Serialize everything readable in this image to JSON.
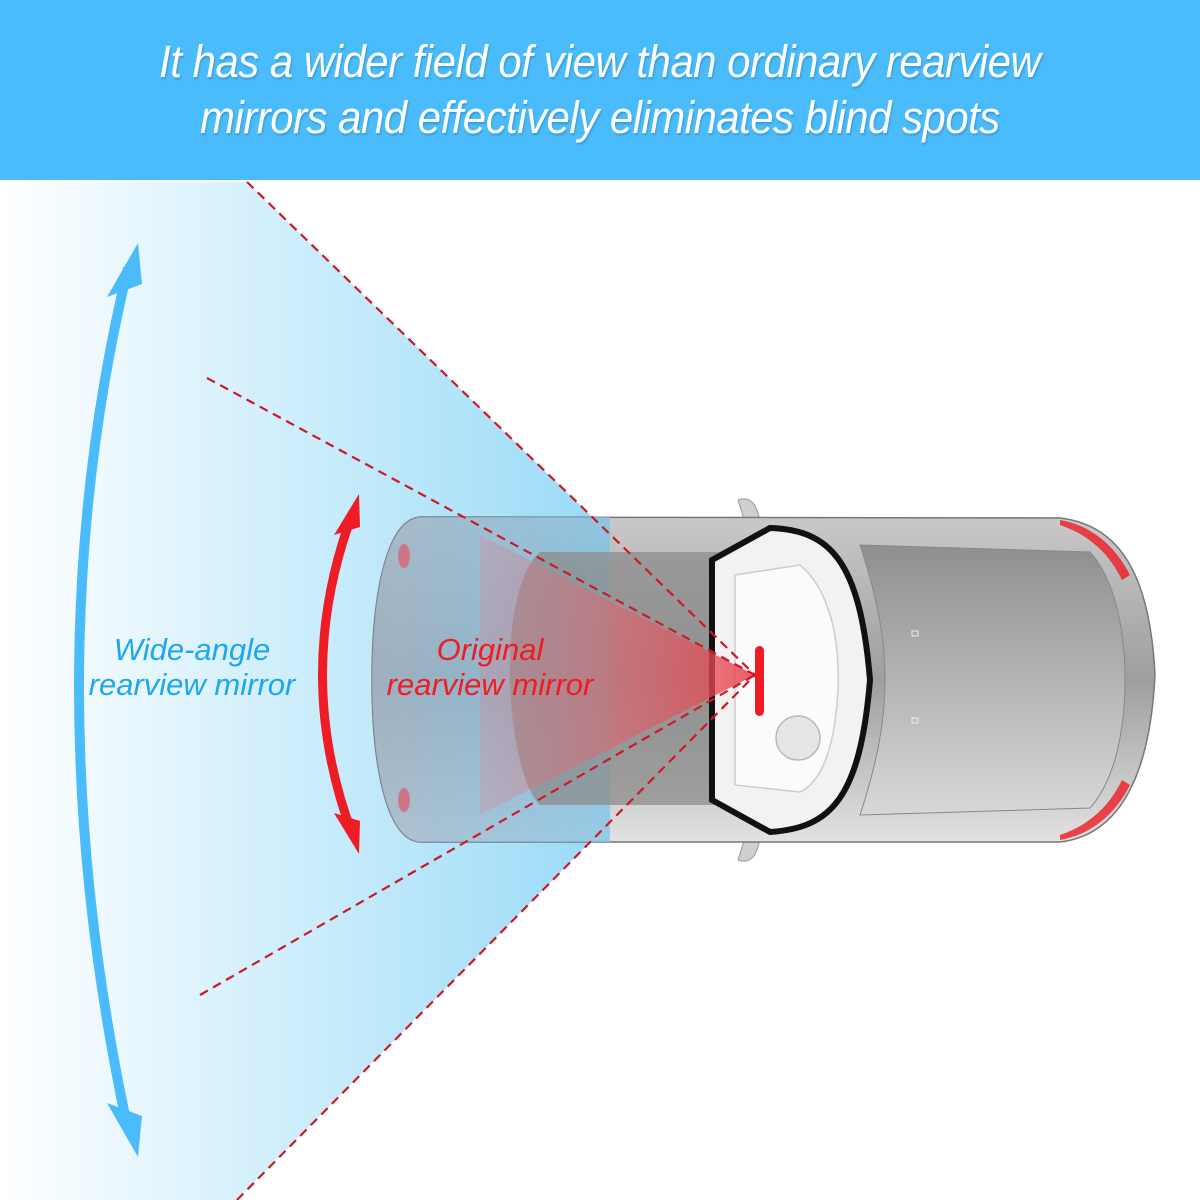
{
  "banner": {
    "line1": "It has a wider field of view than ordinary rearview",
    "line2": "mirrors and effectively eliminates blind spots",
    "background_color": "#4bbcfb",
    "text_color": "#ffffff"
  },
  "diagram": {
    "labels": {
      "wide_angle_line1": "Wide-angle",
      "wide_angle_line2": "rearview mirror",
      "original_line1": "Original",
      "original_line2": "rearview mirror"
    },
    "colors": {
      "wide_angle": "#1ea7ee",
      "wide_angle_arrow": "#4bbcfb",
      "original": "#ee1c24",
      "dashed_lines": "#cc1a24",
      "car_body": "#b8b8b8"
    },
    "icons": {
      "wide_angle_arrow": "double-headed-curved-arrow",
      "original_arrow": "double-headed-curved-arrow",
      "car": "car-top-view",
      "mirror": "rearview-mirror-bar"
    }
  }
}
